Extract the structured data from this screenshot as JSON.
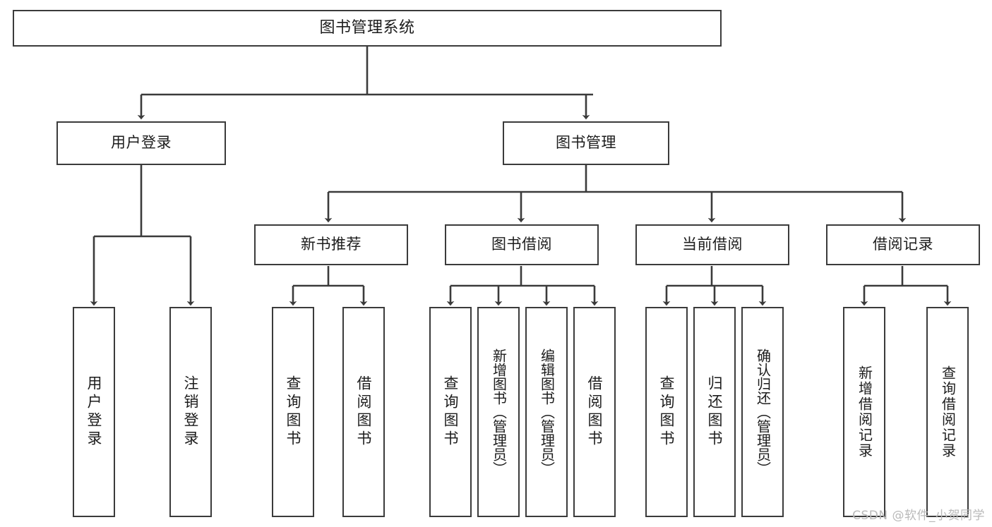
{
  "diagram": {
    "title": "图书管理系统",
    "type": "functional-structure-tree",
    "orientation": "top-down",
    "stroke_color": "#3b3b3b",
    "text_color": "#1c1c1c",
    "background_color": "#ffffff",
    "watermark": "CSDN @软件_小贺同学",
    "levels": {
      "level1": "图书管理系统",
      "level2": [
        "用户登录",
        "图书管理"
      ],
      "level3": [
        "新书推荐",
        "图书借阅",
        "当前借阅",
        "借阅记录"
      ]
    },
    "nodes": {
      "root": {
        "label": "图书管理系统"
      },
      "user_login": {
        "label": "用户登录"
      },
      "book_manage": {
        "label": "图书管理"
      },
      "new_book_rec": {
        "label": "新书推荐"
      },
      "book_borrow": {
        "label": "图书借阅"
      },
      "current_borrow": {
        "label": "当前借阅"
      },
      "borrow_record": {
        "label": "借阅记录"
      }
    },
    "leaves": {
      "user_login": [
        {
          "label": "用户登录"
        },
        {
          "label": "注销登录"
        }
      ],
      "new_book_rec": [
        {
          "label": "查询图书"
        },
        {
          "label": "借阅图书"
        }
      ],
      "book_borrow": [
        {
          "label": "查询图书"
        },
        {
          "label": "新增图书（管理员）"
        },
        {
          "label": "编辑图书（管理员）"
        },
        {
          "label": "借阅图书"
        }
      ],
      "current_borrow": [
        {
          "label": "查询图书"
        },
        {
          "label": "归还图书"
        },
        {
          "label": "确认归还（管理员）"
        }
      ],
      "borrow_record": [
        {
          "label": "新增借阅记录"
        },
        {
          "label": "查询借阅记录"
        }
      ]
    }
  }
}
